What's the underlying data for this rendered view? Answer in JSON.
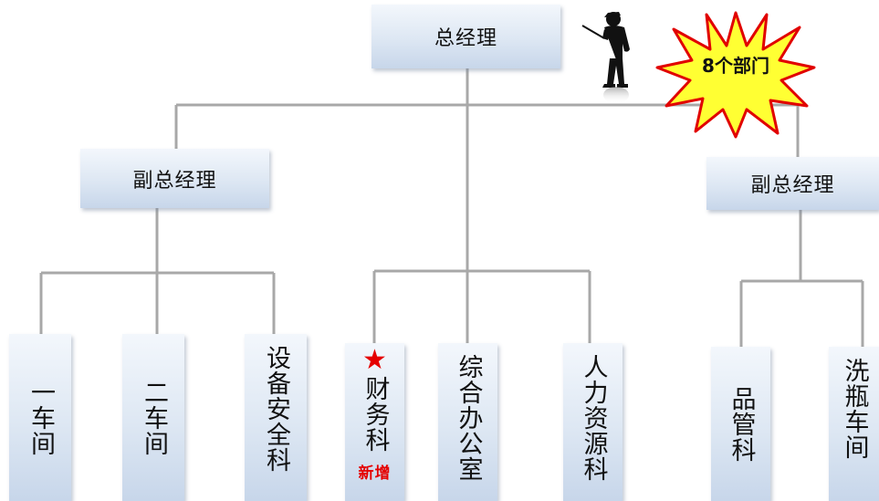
{
  "top": {
    "title": "总经理"
  },
  "badge": {
    "text": "8个部门",
    "fill": "#ffff33",
    "stroke": "#e10000"
  },
  "branches": [
    {
      "title": "副总经理"
    },
    {
      "title": "副总经理"
    }
  ],
  "departments": [
    {
      "label": "一车间"
    },
    {
      "label": "二车间"
    },
    {
      "label": "设备安全科"
    },
    {
      "label": "财务科",
      "new_tag": "新增",
      "star": "★"
    },
    {
      "label": "综合办公室"
    },
    {
      "label": "人力资源科"
    },
    {
      "label": "品管科"
    },
    {
      "label": "洗瓶车间"
    }
  ],
  "colors": {
    "line": "#a8a8a8",
    "new": "#e50000",
    "box_top": "#f3f7fc",
    "box_bottom": "#c7d6ea"
  },
  "icons": [
    "person-silhouette-icon",
    "starburst-badge-icon",
    "star-icon"
  ]
}
